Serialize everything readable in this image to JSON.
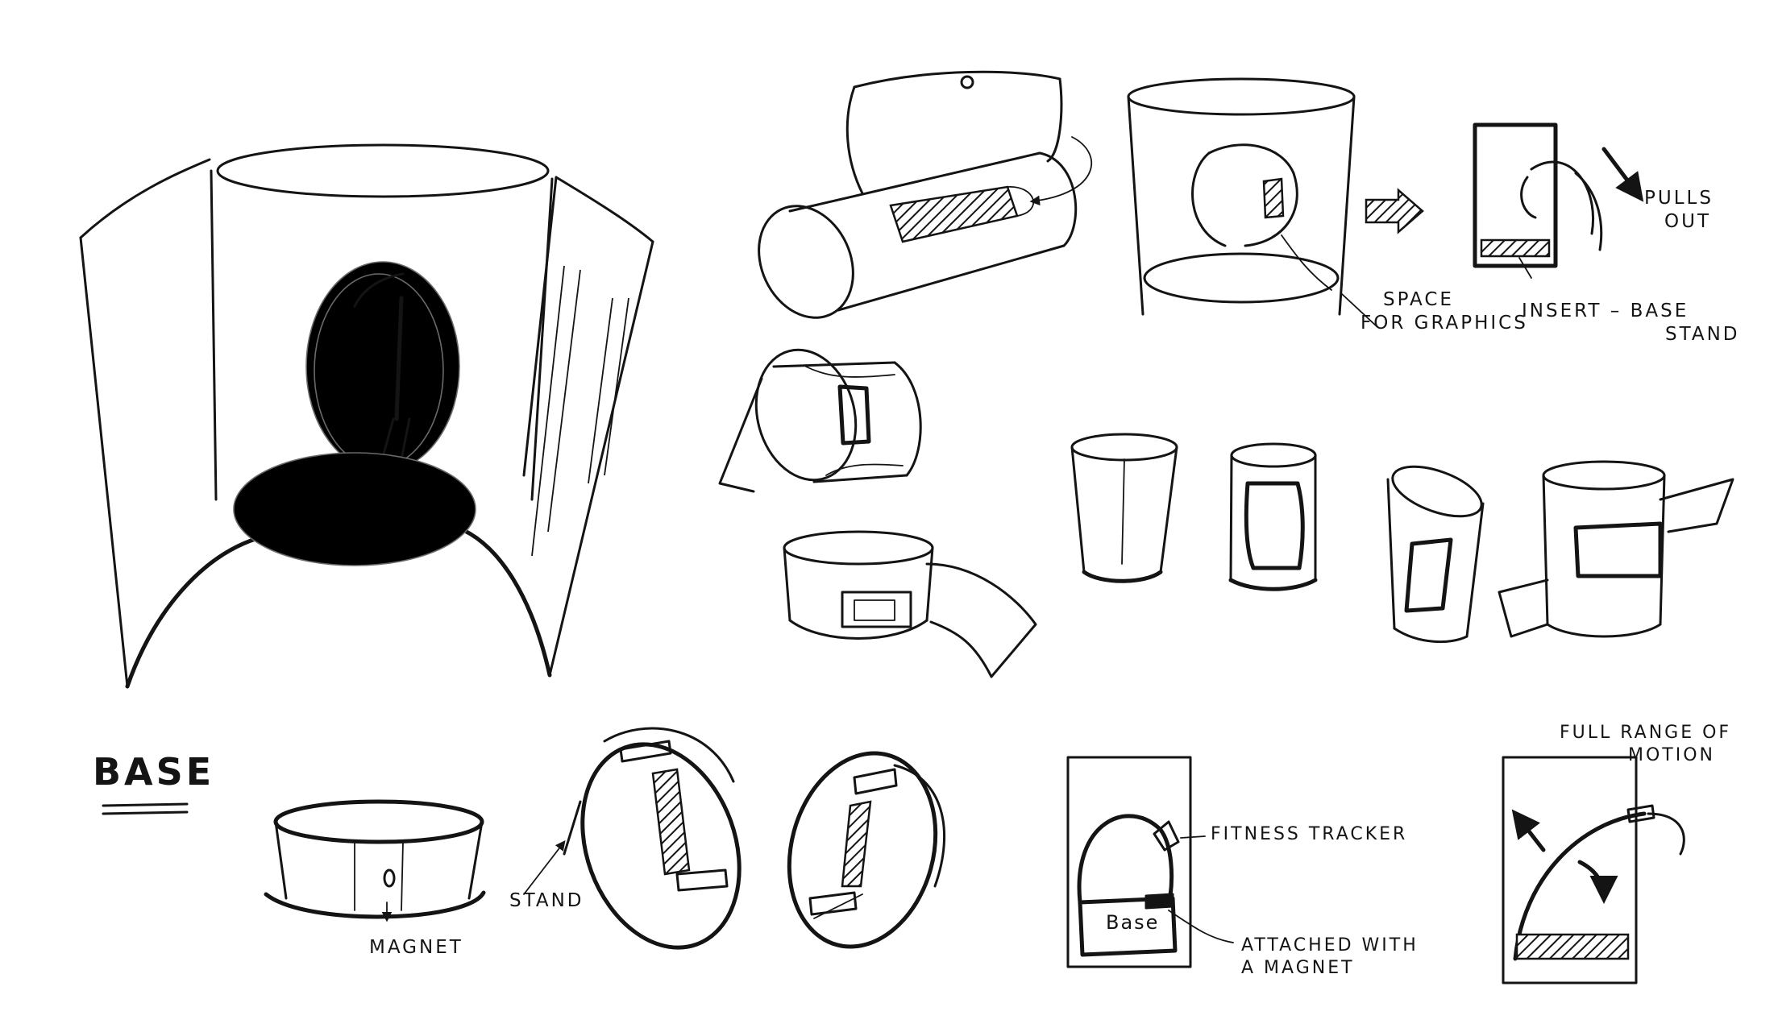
{
  "labels": {
    "space_for_graphics_1": "SPACE",
    "space_for_graphics_2": "FOR GRAPHICS",
    "insert_base_stand_1": "INSERT – BASE",
    "insert_base_stand_2": "STAND",
    "pulls_out_1": "PULLS",
    "pulls_out_2": "OUT",
    "base_heading": "BASE",
    "magnet": "MAGNET",
    "stand": "STAND",
    "fitness_tracker": "FITNESS TRACKER",
    "base_inside": "Base",
    "attached_with_1": "ATTACHED WITH",
    "attached_with_2": "A MAGNET",
    "full_range_1": "FULL RANGE OF",
    "full_range_2": "MOTION"
  }
}
